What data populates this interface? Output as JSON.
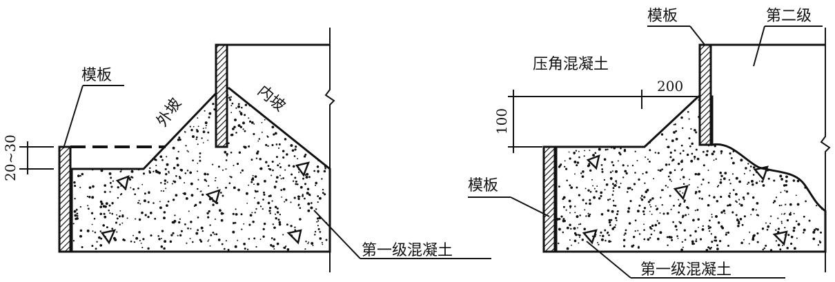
{
  "left": {
    "formwork": "模板",
    "dim_top_gap": "20~30",
    "outer_slope": "外坡",
    "inner_slope": "内坡",
    "first_stage_concrete": "第一级混凝土"
  },
  "right": {
    "formwork_top": "模板",
    "second_stage": "第二级",
    "corner_concrete": "压角混凝土",
    "dim_200": "200",
    "dim_100": "100",
    "formwork_left": "模板",
    "first_stage_concrete": "第一级混凝土"
  },
  "colors": {
    "ink": "#111111",
    "fill": "#ffffff"
  }
}
